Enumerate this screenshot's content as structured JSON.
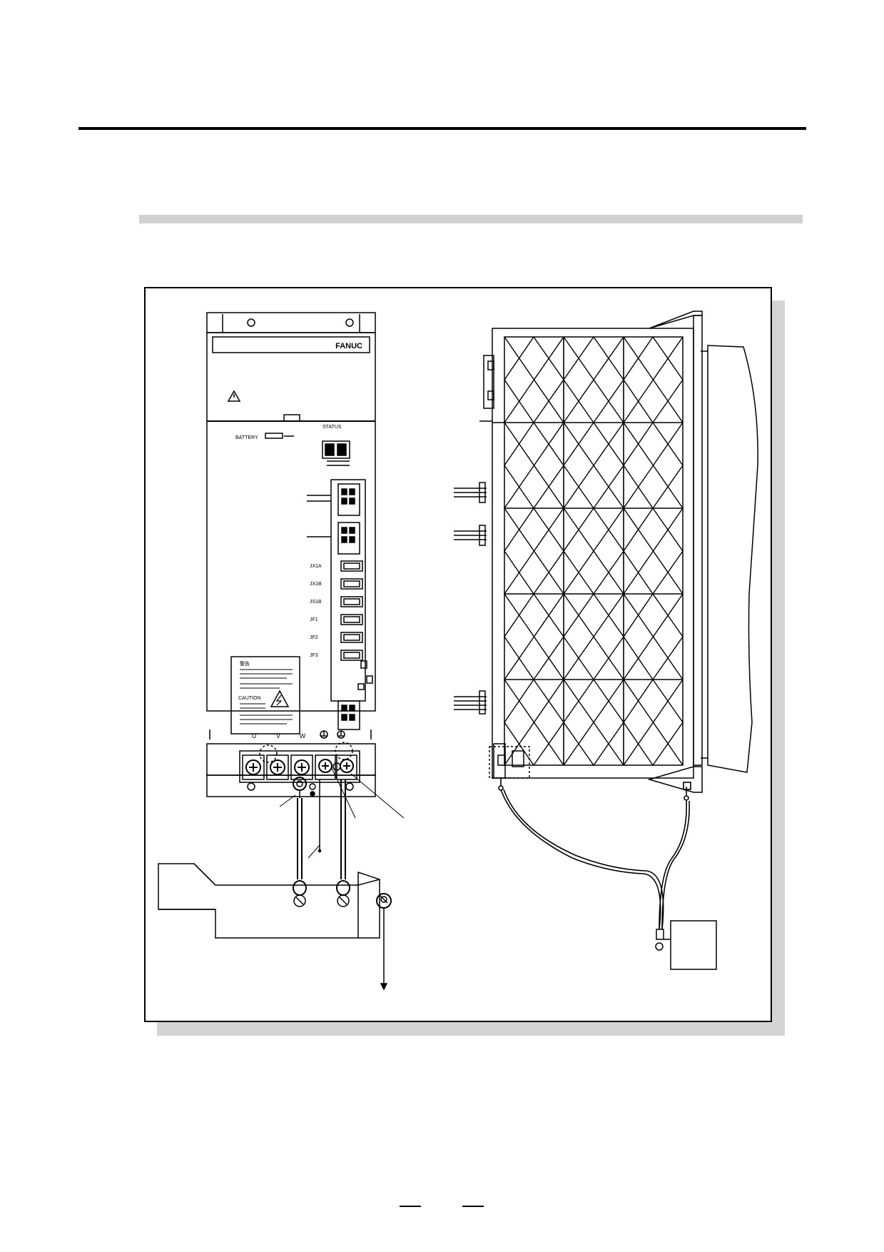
{
  "document": {
    "header_rule": true,
    "section_bar": true
  },
  "figure": {
    "brand_label": "FANUC",
    "status_label": "STATUS",
    "battery_label": "BATTERY",
    "connector_labels": [
      "JX1A",
      "JX1B",
      "JS1B",
      "JF1",
      "JF2",
      "JF3"
    ],
    "warning_panel": {
      "warning_heading": "警告",
      "caution_heading": "CAUTION"
    },
    "terminal_labels": [
      "U",
      "V",
      "W"
    ],
    "icons": [
      "warning-triangle-icon",
      "high-voltage-icon",
      "ground-symbol-icon",
      "ground-arrow-icon"
    ]
  }
}
